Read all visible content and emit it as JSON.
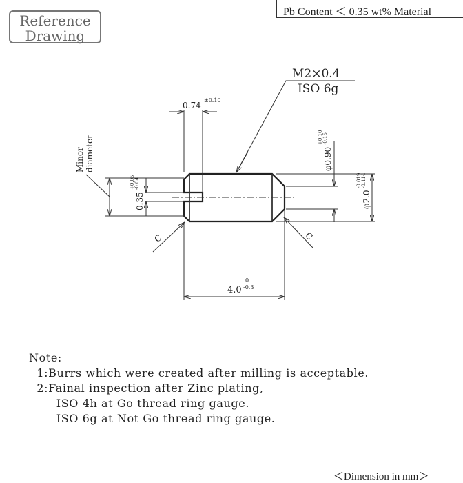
{
  "stamp": {
    "line1": "Reference",
    "line2": "Drawing"
  },
  "material_note": "Pb Content ＜ 0.35 wt% Material",
  "drawing": {
    "thread_spec": "M2×0.4",
    "thread_tolerance": "ISO 6g",
    "slot_width": {
      "value": "0.74",
      "tol": "±0.10"
    },
    "minor_diameter_label": {
      "line1": "Minor",
      "line2": "diameter"
    },
    "slot_depth": {
      "value": "0.35",
      "tol_upper": "+0.05",
      "tol_lower": "-0.04"
    },
    "point_diameter": {
      "value": "φ0.90",
      "tol_upper": "+0.10",
      "tol_lower": "-0.15"
    },
    "major_diameter": {
      "value": "φ2.0",
      "tol_upper": "-0.019",
      "tol_lower": "-0.114"
    },
    "chamfer_left": "C",
    "chamfer_right": "C",
    "length": {
      "value": "4.0",
      "tol_upper": "0",
      "tol_lower": "-0.3"
    }
  },
  "notes": {
    "title": "Note:",
    "items": [
      "  1:Burrs which were created after milling is acceptable.",
      "  2:Fainal inspection after Zinc plating,",
      "       ISO 4h at Go thread ring gauge.",
      "       ISO 6g at Not Go thread ring gauge."
    ]
  },
  "dimension_unit": "＜Dimension in mm＞"
}
